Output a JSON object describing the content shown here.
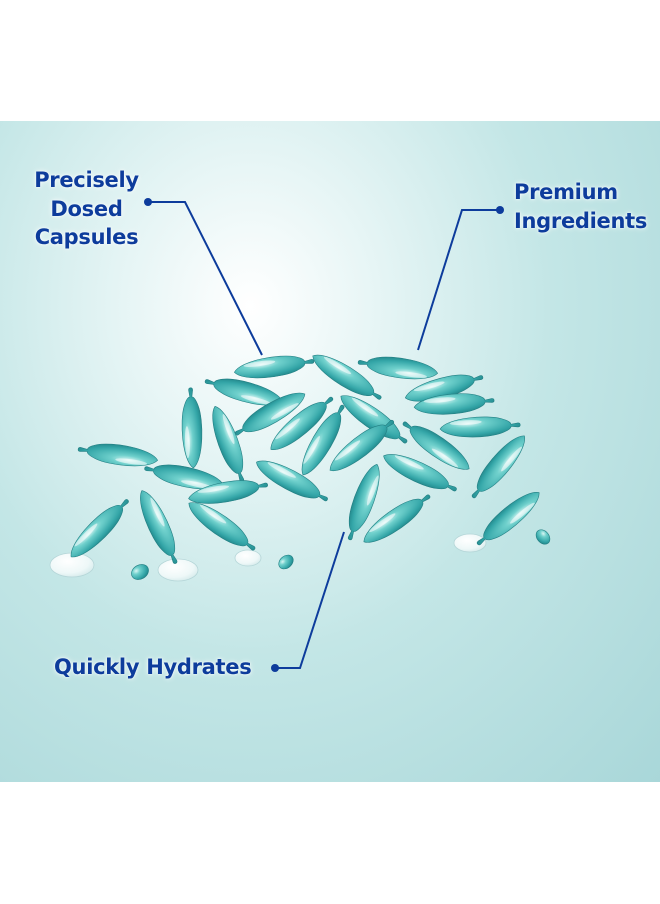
{
  "callouts": {
    "precisely_dosed": [
      "Precisely",
      "Dosed",
      "Capsules"
    ],
    "premium_ingredients": [
      "Premium",
      "Ingredients"
    ],
    "quickly_hydrates": "Quickly Hydrates"
  },
  "colors": {
    "label_text": "#0d3c9c",
    "leader_line": "#0d3c9c",
    "capsule_teal": "#3fb8b8",
    "background_top": "#e6f5f5",
    "background_bottom": "#a9d7d9"
  },
  "icons": {
    "capsule": "teardrop-capsule",
    "bead": "leader-dot"
  }
}
